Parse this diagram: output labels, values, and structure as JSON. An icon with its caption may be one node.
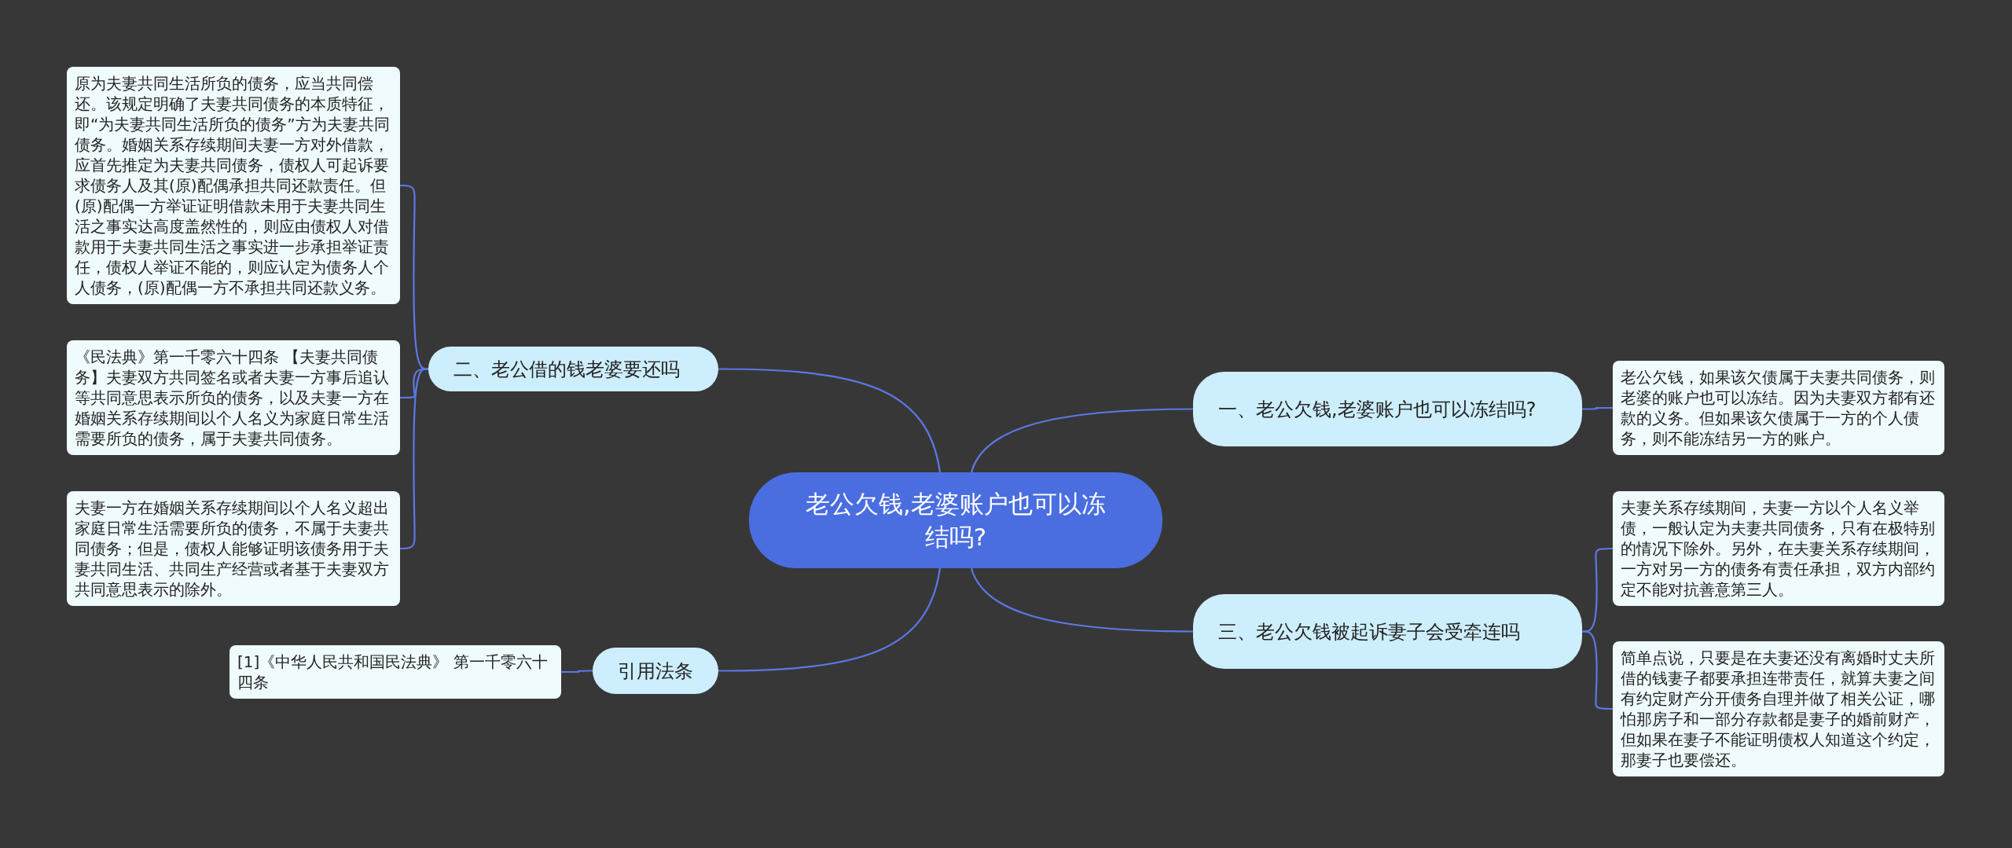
{
  "diagram": {
    "nodes": [
      {
        "text": [
          "老公欠钱,老婆账户也可以冻结吗?"
        ]
      },
      {
        "text": [
          "二、老公借的钱老婆要还吗"
        ]
      },
      {
        "text": [
          "原为夫妻共同生活所负的债务，应当共同偿还。该规定明确了夫妻共同债务的本质特征，即“为夫妻共同生活所负的债务”方为夫妻共同债务。婚姻关系存续期间夫妻一方对外借款，应首先推定为夫妻共同债务，债权人可起诉要求债务人及其(原)配偶承担共同还款责任。但(原)配偶一方举证证明借款未用于夫妻共同生活之事实达高度盖然性的，则应由债权人对借款用于夫妻共同生活之事实进一步承担举证责任，债权人举证不能的，则应认定为债务人个人债务，(原)配偶一方不承担共同还款义务。"
        ]
      },
      {
        "text": [
          "《民法典》第一千零六十四条 【夫妻共同债务】夫妻双方共同签名或者夫妻一方事后追认等共同意思表示所负的债务，以及夫妻一方在婚姻关系存续期间以个人名义为家庭日常生活需要所负的债务，属于夫妻共同债务。"
        ]
      },
      {
        "text": [
          "夫妻一方在婚姻关系存续期间以个人名义超出家庭日常生活需要所负的债务，不属于夫妻共同债务；但是，债权人能够证明该债务用于夫妻共同生活、共同生产经营或者基于夫妻双方共同意思表示的除外。"
        ]
      },
      {
        "text": [
          "引用法条"
        ]
      },
      {
        "text": [
          "[1]《中华人民共和国民法典》 第一千零六十四条"
        ]
      },
      {
        "text": [
          "一、老公欠钱,老婆账户也可以冻结吗?"
        ]
      },
      {
        "text": [
          "老公欠钱，如果该欠债属于夫妻共同债务，则老婆的账户也可以冻结。因为夫妻双方都有还款的义务。但如果该欠债属于一方的个人债务，则不能冻结另一方的账户。"
        ]
      },
      {
        "text": [
          "三、老公欠钱被起诉妻子会受牵连吗"
        ]
      },
      {
        "text": [
          "夫妻关系存续期间，夫妻一方以个人名义举债，一般认定为夫妻共同债务，只有在极特别的情况下除外。另外，在夫妻关系存续期间，一方对另一方的债务有责任承担，双方内部约定不能对抗善意第三人。"
        ]
      },
      {
        "text": [
          "简单点说，只要是在夫妻还没有离婚时丈夫所借的钱妻子都要承担连带责任，就算夫妻之间有约定财产分开债务自理并做了相关公证，哪怕那房子和一部分存款都是妻子的婚前财产，但如果在妻子不能证明债权人知道这个约定，那妻子也要偿还。"
        ]
      }
    ],
    "edges": [
      {
        "from": 0,
        "to": 1,
        "arrow": "none"
      },
      {
        "from": 1,
        "to": 2,
        "arrow": "none"
      },
      {
        "from": 1,
        "to": 3,
        "arrow": "none"
      },
      {
        "from": 1,
        "to": 4,
        "arrow": "none"
      },
      {
        "from": 0,
        "to": 5,
        "arrow": "none"
      },
      {
        "from": 5,
        "to": 6,
        "arrow": "none"
      },
      {
        "from": 0,
        "to": 7,
        "arrow": "none"
      },
      {
        "from": 7,
        "to": 8,
        "arrow": "none"
      },
      {
        "from": 0,
        "to": 9,
        "arrow": "none"
      },
      {
        "from": 9,
        "to": 10,
        "arrow": "none"
      },
      {
        "from": 9,
        "to": 11,
        "arrow": "none"
      }
    ]
  }
}
